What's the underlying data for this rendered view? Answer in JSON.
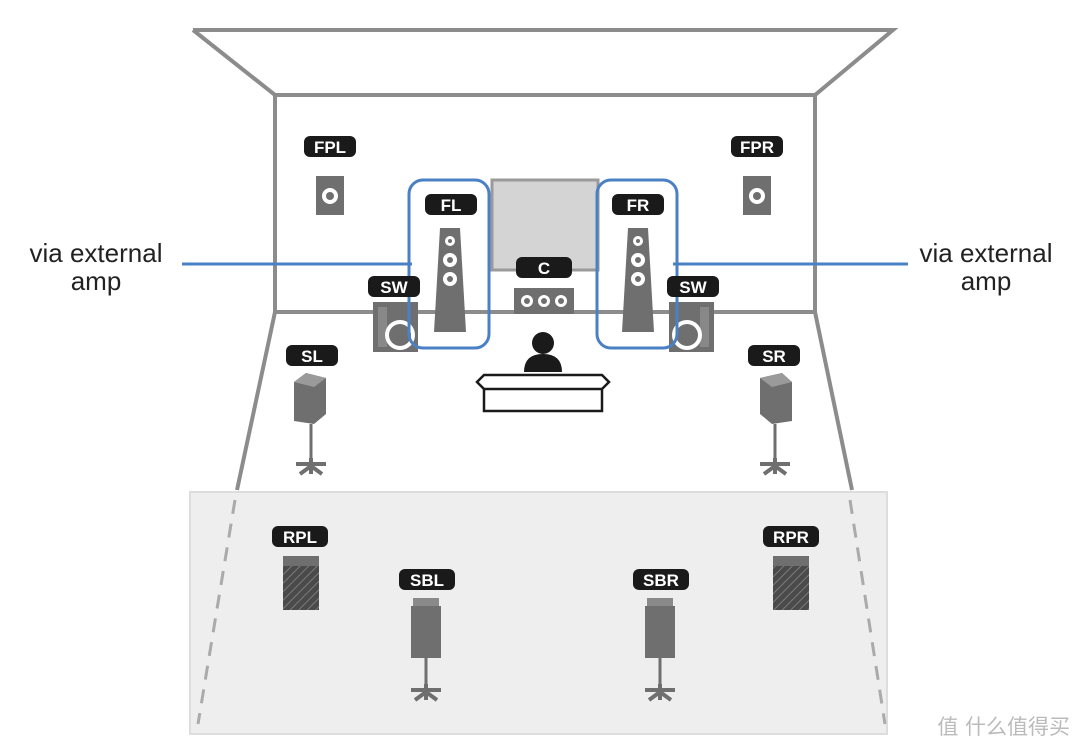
{
  "labels": {
    "fpl": "FPL",
    "fpr": "FPR",
    "fl": "FL",
    "fr": "FR",
    "c": "C",
    "swl": "SW",
    "swr": "SW",
    "sl": "SL",
    "sr": "SR",
    "rpl": "RPL",
    "rpr": "RPR",
    "sbl": "SBL",
    "sbr": "SBR"
  },
  "annotations": {
    "left_line1": "via external",
    "left_line2": "amp",
    "right_line1": "via external",
    "right_line2": "amp"
  },
  "watermark": "值 什么值得买",
  "colors": {
    "highlight": "#4a80c4",
    "label_bg": "#1a1a1a",
    "speaker": "#6f6f6f",
    "room_line": "#8c8c8c",
    "rear_zone": "#eeeeee"
  }
}
